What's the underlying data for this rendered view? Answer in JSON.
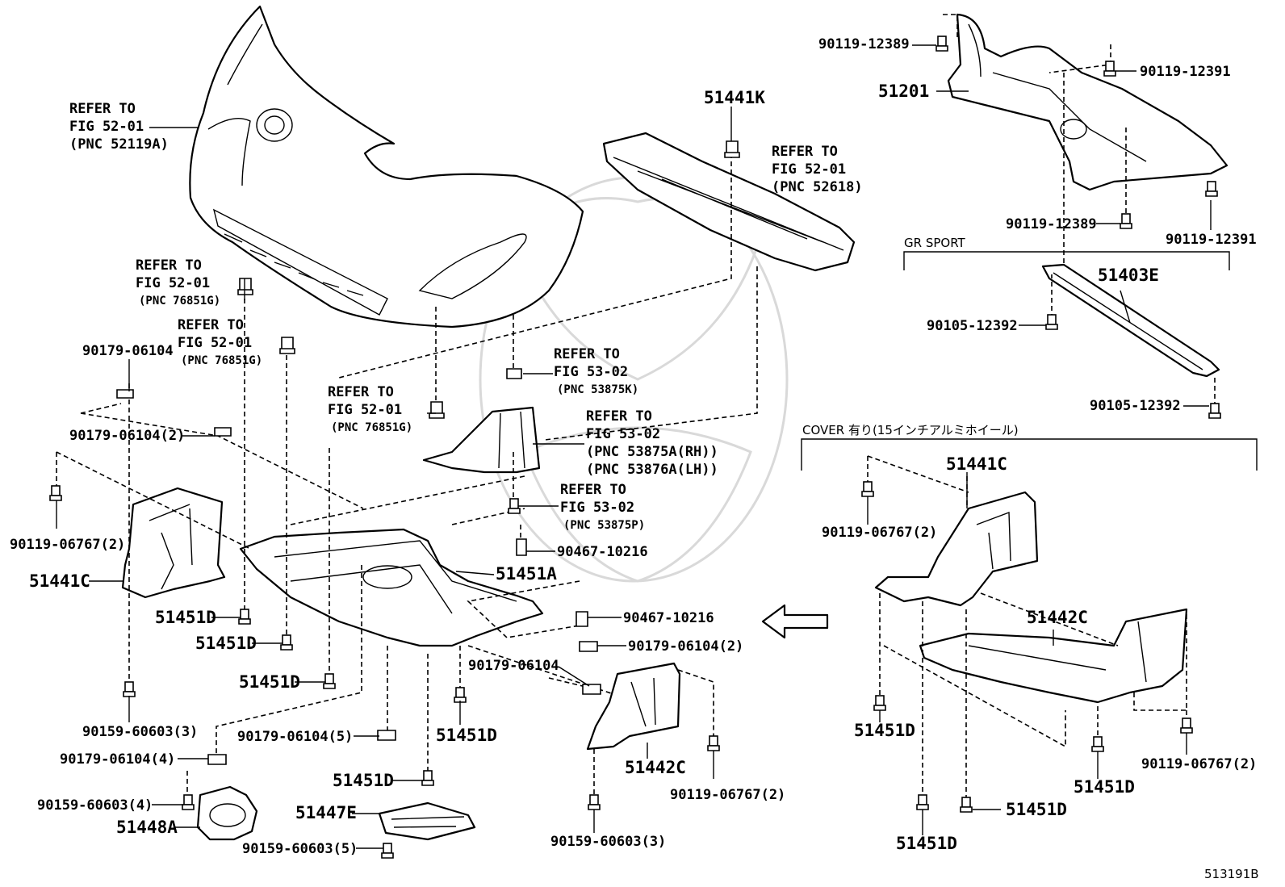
{
  "labels": {
    "refer_52119a": [
      "REFER TO",
      "FIG 52-01",
      "(PNC 52119A)"
    ],
    "refer_52618": [
      "REFER TO",
      "FIG 52-01",
      "(PNC 52618)"
    ],
    "refer_76851g_a": [
      "REFER TO",
      "FIG 52-01",
      "(PNC 76851G)"
    ],
    "refer_76851g_b": [
      "REFER TO",
      "FIG 52-01",
      "(PNC 76851G)"
    ],
    "refer_76851g_c": [
      "REFER TO",
      "FIG 52-01",
      "(PNC 76851G)"
    ],
    "refer_53875k": [
      "REFER TO",
      "FIG 53-02",
      "(PNC 53875K)"
    ],
    "refer_53875a": [
      "REFER TO",
      "FIG 53-02",
      "(PNC 53875A(RH))",
      "(PNC 53876A(LH))"
    ],
    "refer_53875p": [
      "REFER TO",
      "FIG 53-02",
      "(PNC 53875P)"
    ],
    "p_51441k": "51441K",
    "p_51201": "51201",
    "p_90119_12389_top": "90119-12389",
    "p_90119_12391_top": "90119-12391",
    "p_90119_12389_mid": "90119-12389",
    "p_90119_12391_mid": "90119-12391",
    "gr_sport": "GR SPORT",
    "p_51403e": "51403E",
    "p_90105_12392_a": "90105-12392",
    "p_90105_12392_b": "90105-12392",
    "cover_note": "COVER 有り(15インチアルミホイール)",
    "p_90179_06104_a": "90179-06104",
    "p_90179_06104_2_a": "90179-06104(2)",
    "p_90119_06767_2_a": "90119-06767(2)",
    "p_51441c_left": "51441C",
    "p_51451d_1": "51451D",
    "p_51451d_2": "51451D",
    "p_51451d_3": "51451D",
    "p_51451d_4": "51451D",
    "p_51451d_5": "51451D",
    "p_90159_60603_3_a": "90159-60603(3)",
    "p_90179_06104_5": "90179-06104(5)",
    "p_90179_06104_4": "90179-06104(4)",
    "p_90159_60603_4": "90159-60603(4)",
    "p_51448a": "51448A",
    "p_51447e": "51447E",
    "p_90159_60603_5": "90159-60603(5)",
    "p_90467_10216_a": "90467-10216",
    "p_51451a": "51451A",
    "p_90467_10216_b": "90467-10216",
    "p_90179_06104_2_b": "90179-06104(2)",
    "p_90179_06104_b": "90179-06104",
    "p_51442c_center": "51442C",
    "p_90119_06767_2_b": "90119-06767(2)",
    "p_90159_60603_3_b": "90159-60603(3)",
    "p_51441c_right": "51441C",
    "p_90119_06767_2_c": "90119-06767(2)",
    "p_51442c_right": "51442C",
    "p_51451d_r1": "51451D",
    "p_51451d_r2": "51451D",
    "p_51451d_r3": "51451D",
    "p_51451d_r4": "51451D",
    "p_90119_06767_2_d": "90119-06767(2)",
    "fig_code": "513191B"
  }
}
